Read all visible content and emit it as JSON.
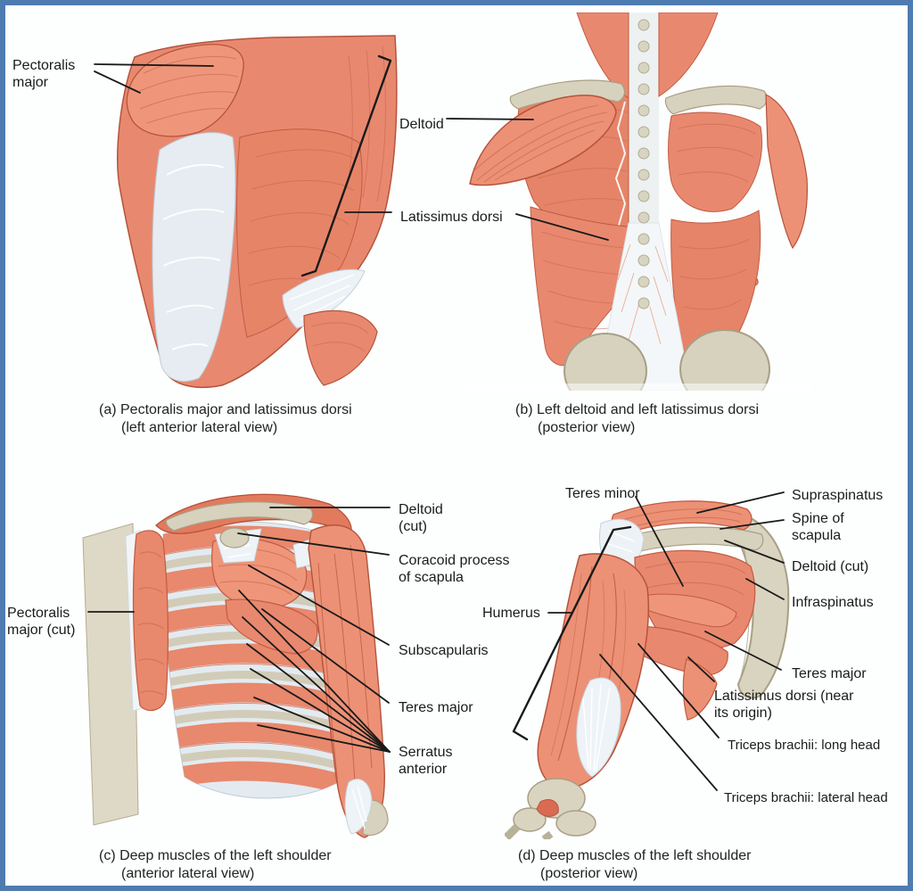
{
  "figure_title": "Muscles of the chest, shoulder and back (four-panel anatomical figure)",
  "palette": {
    "frame_border": "#4e7cb0",
    "muscle": "#e8896f",
    "muscle_dark_outline": "#b5533c",
    "muscle_cut_surface": "#e27a5e",
    "bone": "#d7d2bd",
    "bone_outline": "#a89f85",
    "tendon": "#edf2f6",
    "label_ink": "#1b1b1b"
  },
  "panels": {
    "a": {
      "caption_line1": "(a) Pectoralis major and latissimus dorsi",
      "caption_line2": "(left anterior lateral view)",
      "labels": {
        "pectoralis_major": "Pectoralis major"
      }
    },
    "b": {
      "caption_line1": "(b) Left deltoid and left latissimus dorsi",
      "caption_line2": "(posterior view)",
      "labels": {
        "deltoid": "Deltoid",
        "latissimus_dorsi": "Latissimus dorsi"
      }
    },
    "c": {
      "caption_line1": "(c) Deep muscles of the left shoulder",
      "caption_line2": "(anterior lateral view)",
      "labels": {
        "pectoralis_major_cut": "Pectoralis major (cut)",
        "deltoid_cut": "Deltoid (cut)",
        "coracoid_process": "Coracoid process of scapula",
        "subscapularis": "Subscapularis",
        "teres_major": "Teres major",
        "serratus_anterior": "Serratus anterior"
      }
    },
    "d": {
      "caption_line1": "(d) Deep muscles of the left shoulder",
      "caption_line2": "(posterior view)",
      "labels": {
        "teres_minor": "Teres minor",
        "humerus": "Humerus",
        "supraspinatus": "Supraspinatus",
        "spine_of_scapula": "Spine of scapula",
        "deltoid_cut": "Deltoid (cut)",
        "infraspinatus": "Infraspinatus",
        "teres_major": "Teres major",
        "latissimus_dorsi_origin": "Latissimus dorsi (near its origin)",
        "triceps_long_head": "Triceps brachii: long head",
        "triceps_lateral_head": "Triceps brachii: lateral head"
      }
    }
  }
}
